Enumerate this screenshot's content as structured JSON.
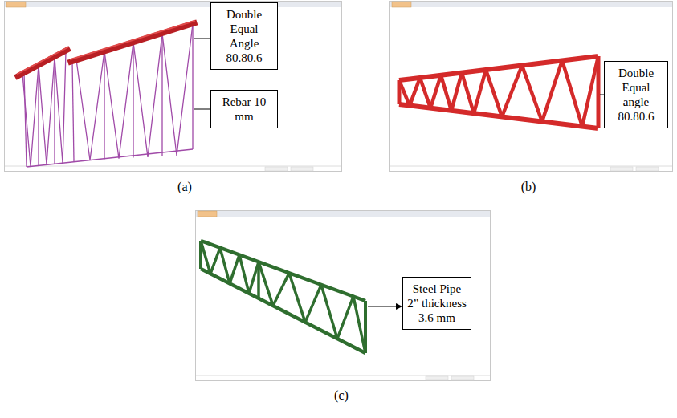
{
  "diagram": {
    "nodes": [
      {
        "text": [
          "Double Equal Angle 80.80.6"
        ]
      },
      {
        "text": [
          "Rebar 10 mm"
        ]
      },
      {
        "text": [
          "Double Equal angle 80.80.6"
        ]
      },
      {
        "text": [
          "Steel Pipe 2” thickness 3.6 mm"
        ]
      }
    ],
    "labels": [
      "(a)",
      "(b)",
      "(c)"
    ]
  }
}
